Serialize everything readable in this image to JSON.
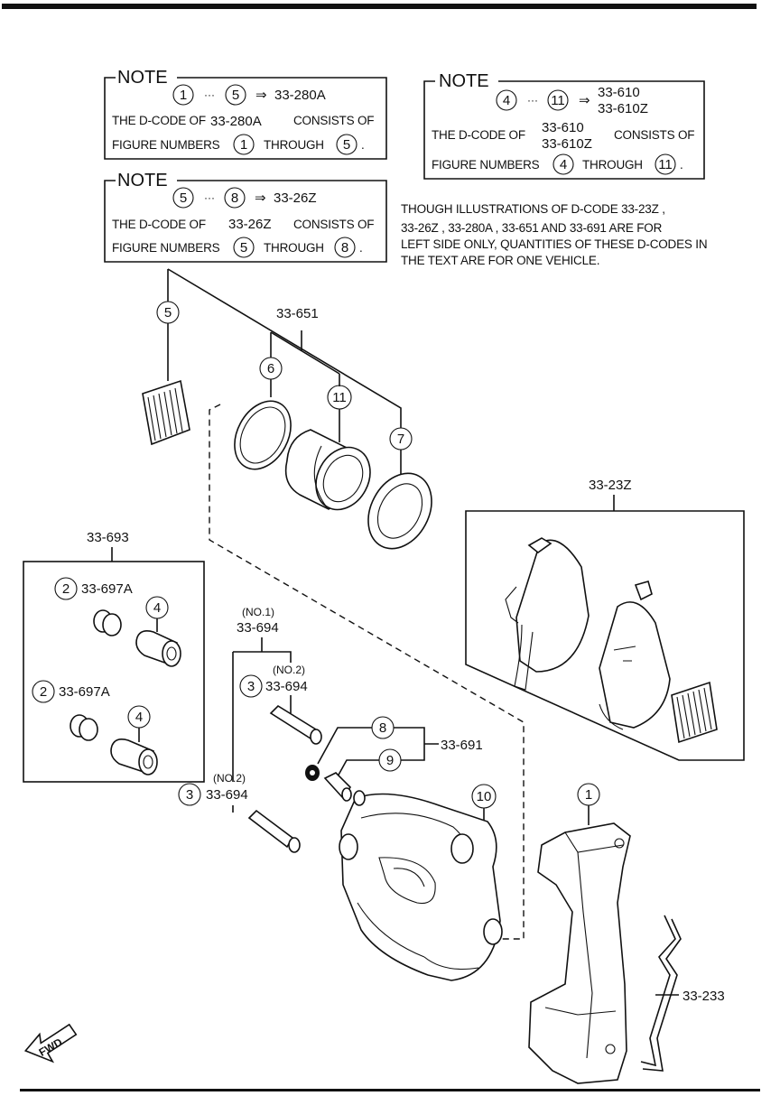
{
  "notes": [
    {
      "title": "NOTE",
      "range_from": "1",
      "range_to": "5",
      "arrow": "⇒",
      "target": "33-280A",
      "line1_prefix": "THE D-CODE OF",
      "line1_code": "33-280A",
      "line1_suffix": "CONSISTS OF",
      "line2_prefix": "FIGURE NUMBERS",
      "line2_from": "1",
      "line2_mid": "THROUGH",
      "line2_to": "5",
      "dot": "."
    },
    {
      "title": "NOTE",
      "range_from": "4",
      "range_to": "11",
      "arrow": "⇒",
      "target1": "33-610",
      "target2": "33-610Z",
      "line1_prefix": "THE D-CODE OF",
      "line1_code1": "33-610",
      "line1_code2": "33-610Z",
      "line1_suffix": "CONSISTS OF",
      "line2_prefix": "FIGURE NUMBERS",
      "line2_from": "4",
      "line2_mid": "THROUGH",
      "line2_to": "11",
      "dot": "."
    },
    {
      "title": "NOTE",
      "range_from": "5",
      "range_to": "8",
      "arrow": "⇒",
      "target": "33-26Z",
      "line1_prefix": "THE D-CODE OF",
      "line1_code": "33-26Z",
      "line1_suffix": "CONSISTS OF",
      "line2_prefix": "FIGURE NUMBERS",
      "line2_from": "5",
      "line2_mid": "THROUGH",
      "line2_to": "8",
      "dot": "."
    }
  ],
  "info_text": [
    "THOUGH ILLUSTRATIONS OF D-CODE 33-23Z ,",
    "33-26Z , 33-280A , 33-651 AND 33-691 ARE FOR",
    "LEFT SIDE ONLY, QUANTITIES OF THESE D-CODES IN",
    "THE TEXT ARE FOR ONE VEHICLE."
  ],
  "codes": {
    "c651": "33-651",
    "c693": "33-693",
    "c23z": "33-23Z",
    "c691": "33-691",
    "c233": "33-233",
    "c697a_1": "33-697A",
    "c697a_2": "33-697A",
    "c694_no1_tag": "(NO.1)",
    "c694_no1": "33-694",
    "c694_no2a_tag": "(NO.2)",
    "c694_no2a": "33-694",
    "c694_no2b_tag": "(NO.2)",
    "c694_no2b": "33-694"
  },
  "callouts": {
    "n1": "1",
    "n2a": "2",
    "n2b": "2",
    "n3a": "3",
    "n3b": "3",
    "n4a": "4",
    "n4b": "4",
    "n5": "5",
    "n6": "6",
    "n7": "7",
    "n8": "8",
    "n9": "9",
    "n10": "10",
    "n11": "11"
  },
  "fwd_label": "FWD"
}
